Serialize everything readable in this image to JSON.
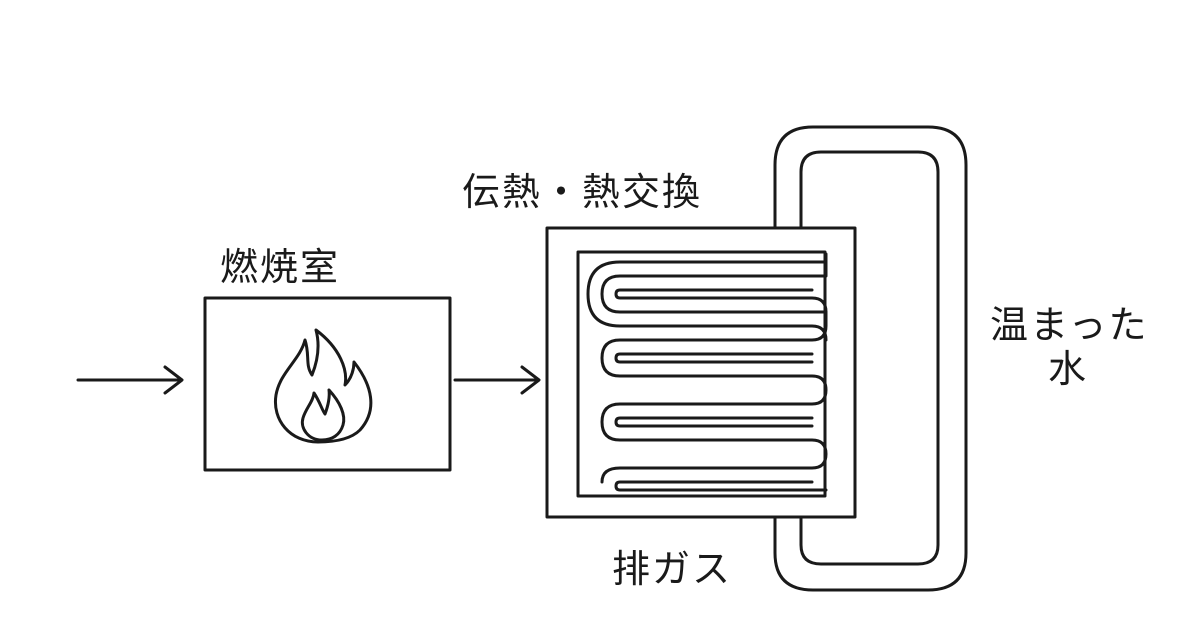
{
  "labels": {
    "combustion_chamber": "燃焼室",
    "heat_exchange": "伝熱・熱交換",
    "warm_water_line1": "温まった",
    "warm_water_line2": "水",
    "exhaust_gas": "排ガス"
  },
  "icons": {
    "flame": "flame-icon"
  },
  "colors": {
    "stroke": "#1a1a1a",
    "background": "#ffffff"
  }
}
